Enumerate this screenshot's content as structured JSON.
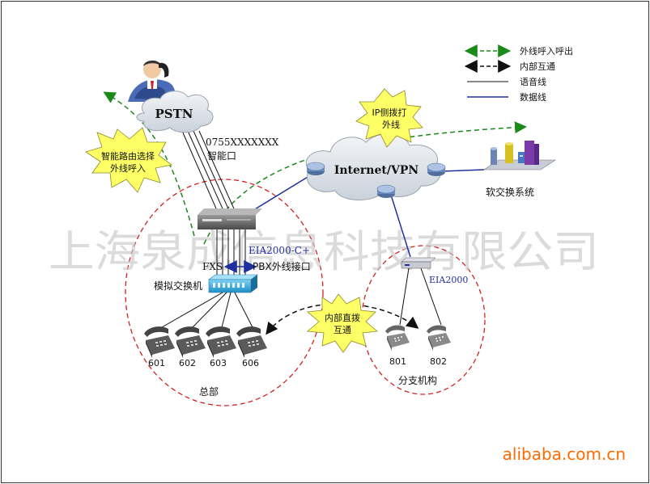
{
  "legend": {
    "items": [
      {
        "label": "外线呼入呼出",
        "color": "#1a8a1a",
        "style": "dashed-double-arrow"
      },
      {
        "label": "内部互通",
        "color": "#111111",
        "style": "dashed-double-arrow"
      },
      {
        "label": "语音线",
        "color": "#111111",
        "style": "solid"
      },
      {
        "label": "数据线",
        "color": "#1f2fa0",
        "style": "solid"
      }
    ]
  },
  "nodes": {
    "pstn": "PSTN",
    "pstn_number": "0755XXXXXXX",
    "smart_port": "智能口",
    "internet": "Internet/VPN",
    "softswitch": "软交换系统",
    "device_main": "EIA2000-C+",
    "fxs": "FXS",
    "pbx_port": "PBX外线接口",
    "analog_switch": "模拟交换机",
    "device_branch": "EIA2000"
  },
  "callouts": {
    "ip_dial": [
      "IP侧拨打",
      "外线"
    ],
    "smart_route": [
      "智能路由选择",
      "外线呼入"
    ],
    "internal_dial": [
      "内部直拨",
      "互通"
    ]
  },
  "extensions": {
    "hq": [
      "601",
      "602",
      "603",
      "606"
    ],
    "branch": [
      "801",
      "802"
    ]
  },
  "regions": {
    "hq": "总部",
    "branch": "分支机构"
  },
  "watermark": "上海泉成信息科技有限公司",
  "footer_brand": "alibaba.com.cn",
  "colors": {
    "outbound": "#1a8a1a",
    "internal": "#111111",
    "data_line": "#1f2fa0",
    "region_border": "#d42020",
    "callout_fill": "#ffff66",
    "cloud_fill": "#e0e6ec",
    "brand": "#ff6a00"
  }
}
